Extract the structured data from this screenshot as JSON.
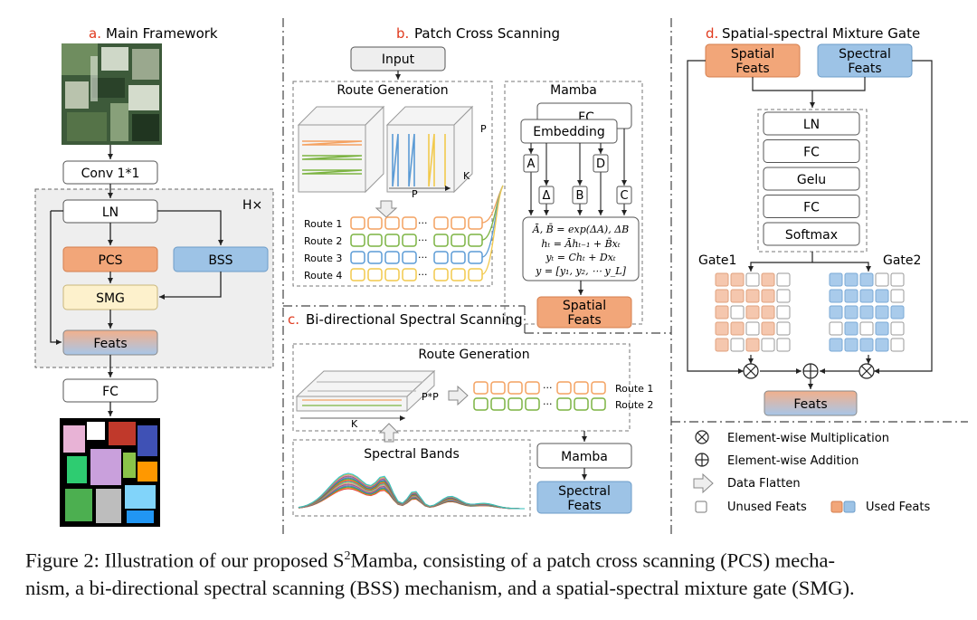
{
  "panels": {
    "a_letter": "a.",
    "a_title": "Main Framework",
    "b_letter": "b.",
    "b_title": "Patch Cross Scanning",
    "c_letter": "c.",
    "c_title": "Bi-directional Spectral Scanning",
    "d_letter": "d.",
    "d_title": "Spatial-spectral Mixture Gate"
  },
  "framework": {
    "conv": "Conv 1*1",
    "repeat": "H×",
    "ln": "LN",
    "pcs": "PCS",
    "bss": "BSS",
    "smg": "SMG",
    "feats": "Feats",
    "fc": "FC"
  },
  "pcs_panel": {
    "input": "Input",
    "route_generation": "Route Generation",
    "mamba_title": "Mamba",
    "fc": "FC",
    "embedding": "Embedding",
    "param_a": "A",
    "param_delta": "Δ",
    "param_b": "B",
    "param_d": "D",
    "param_c": "C",
    "dim_p_side": "P",
    "dim_k": "K",
    "dim_p_bottom": "P",
    "routes": [
      "Route 1",
      "Route 2",
      "Route 3",
      "Route 4"
    ],
    "route_colors": [
      "#f4a261",
      "#7cb342",
      "#5b9bd5",
      "#f2c94c"
    ],
    "eq1": "Ā, B̄ = exp(ΔA), ΔB",
    "eq2": "hₜ = Āhₜ₋₁ + B̄xₜ",
    "eq3": "yₜ = Chₜ + Dxₜ",
    "eq4": "y = [y₁, y₂, ⋯ y_L]",
    "out_line1": "Spatial",
    "out_line2": "Feats"
  },
  "bss_panel": {
    "route_generation": "Route Generation",
    "dim_pp": "P*P",
    "dim_k": "K",
    "routes": [
      "Route 1",
      "Route 2"
    ],
    "route_colors": [
      "#f4a261",
      "#7cb342"
    ],
    "spectral_bands": "Spectral Bands",
    "mamba": "Mamba",
    "out_line1": "Spectral",
    "out_line2": "Feats"
  },
  "smg_panel": {
    "in1_line1": "Spatial",
    "in1_line2": "Feats",
    "in2_line1": "Spectral",
    "in2_line2": "Feats",
    "stack": [
      "LN",
      "FC",
      "Gelu",
      "FC",
      "Softmax"
    ],
    "gate1": "Gate1",
    "gate2": "Gate2",
    "out": "Feats",
    "gate1_used": [
      [
        1,
        1,
        0,
        1,
        0
      ],
      [
        1,
        1,
        1,
        1,
        0
      ],
      [
        1,
        0,
        1,
        1,
        0
      ],
      [
        1,
        1,
        0,
        1,
        0
      ],
      [
        1,
        0,
        1,
        0,
        0
      ]
    ],
    "gate2_used": [
      [
        1,
        1,
        1,
        0,
        0
      ],
      [
        1,
        1,
        1,
        1,
        0
      ],
      [
        1,
        1,
        1,
        1,
        1
      ],
      [
        0,
        1,
        0,
        1,
        0
      ],
      [
        1,
        1,
        1,
        1,
        0
      ]
    ]
  },
  "legend": {
    "mult": "Element-wise Multiplication",
    "add": "Element-wise Addition",
    "flatten": "Data Flatten",
    "unused": "Unused Feats",
    "used": "Used Feats"
  },
  "colors": {
    "red_letter": "#e03a1e",
    "orange": "#f2a679",
    "blue": "#9dc3e6",
    "cream": "#fdf1cc",
    "gray_bg": "#eeeeee",
    "green": "#7cb342",
    "yellow": "#f2c94c"
  },
  "caption": {
    "fig": "Figure 2:",
    "text1": "Illustration of our proposed S",
    "sup": "2",
    "text2": "Mamba, consisting of a patch cross scanning (PCS) mecha-",
    "text3": "nism, a bi-directional spectral scanning (BSS) mechanism, and a spatial-spectral mixture gate (SMG)."
  }
}
